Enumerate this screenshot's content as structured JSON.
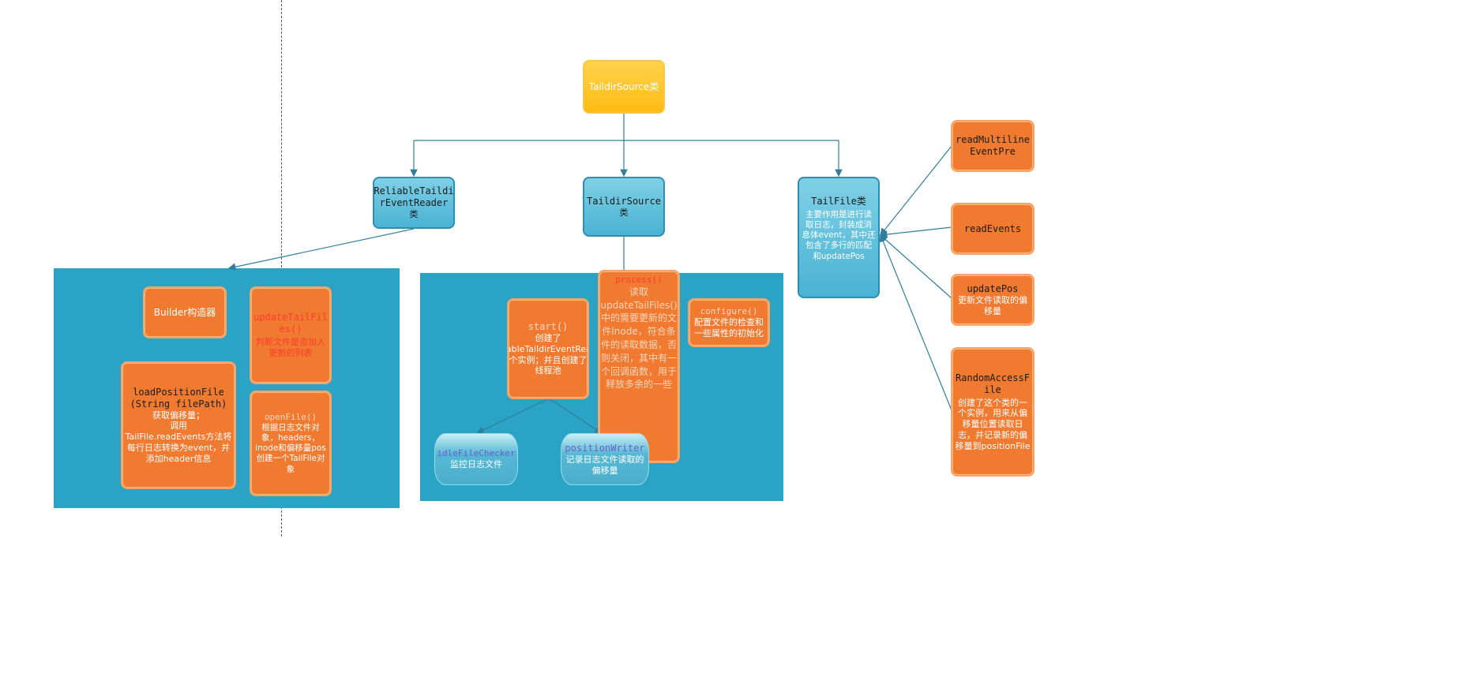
{
  "diagram": {
    "root": {
      "label": "TaildirSource类"
    },
    "reader": {
      "line1": "ReliableTaildi",
      "line2": "rEventReader",
      "line3": "类"
    },
    "source": {
      "line1": "TaildirSource",
      "line2": "类"
    },
    "tailfile": {
      "title": "TailFile类",
      "desc": "主要作用是进行读取日志，封装成消息体event，其中还包含了多行的匹配和updatePos"
    },
    "left_panel": {
      "builder": {
        "label": "Builder构造器"
      },
      "update_tail_files": {
        "title": "updateTailFiles()",
        "desc": "判断文件是否加入更新的列表"
      },
      "load_position": {
        "title1": "loadPositionFile",
        "title2": "(String filePath)",
        "desc1": "获取偏移量；",
        "desc2": "调用",
        "desc3": "TailFile.readEvents方法将每行日志转换为event，并添加header信息"
      },
      "open_file": {
        "title": "openFile()",
        "desc": "根据日志文件对象，headers，inode和偏移量pos创建一个TailFile对象"
      }
    },
    "middle_panel": {
      "start": {
        "title": "start()",
        "desc": "创建了ReliableTaildirEventReader的一个实例；并且创建了两个线程池"
      },
      "process": {
        "title": "process()",
        "desc": "读取updateTailFiles()中的需要更新的文件Inode，符合条件的读取数据，否则关闭，其中有一个回调函数，用于释放多余的一些"
      },
      "configure": {
        "title": "configure()",
        "desc": "配置文件的检查和一些属性的初始化"
      },
      "idle_checker": {
        "title": "idleFileChecker",
        "desc": "监控日志文件"
      },
      "position_writer": {
        "title": "positionWriter",
        "desc": "记录日志文件读取的偏移量"
      }
    },
    "right_column": {
      "read_multiline": {
        "title1": "readMultiline",
        "title2": "EventPre"
      },
      "read_events": {
        "title": "readEvents"
      },
      "update_pos": {
        "title": "updatePos",
        "desc": "更新文件读取的偏移量"
      },
      "random_access": {
        "title1": "RandomAccessF",
        "title2": "ile",
        "desc": "创建了这个类的一个实例，用来从偏移量位置读取日志，并记录新的偏移量到positionFile"
      }
    },
    "colors": {
      "panel": "#2aa3c4",
      "orange_node": "#f07a30",
      "blue_node": "#4ab3d3",
      "root_node": "#ffc21f",
      "connector": "#2f7e9b"
    }
  }
}
